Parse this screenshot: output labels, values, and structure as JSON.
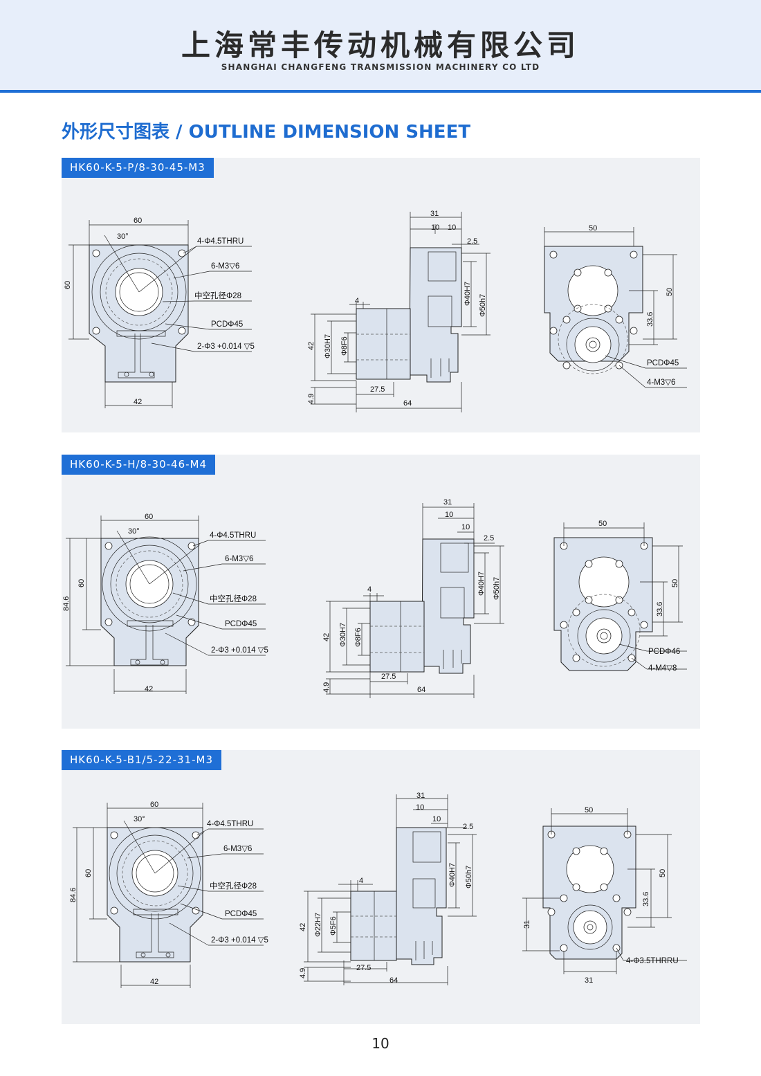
{
  "header": {
    "company_cn": "上海常丰传动机械有限公司",
    "company_en": "SHANGHAI CHANGFENG TRANSMISSION MACHINERY CO LTD"
  },
  "sheet_title": "外形尺寸图表 / OUTLINE DIMENSION SHEET",
  "panels": [
    {
      "model": "HK60-K-5-P/8-30-45-M3",
      "front": {
        "width": "60",
        "height": "60",
        "angle": "30°",
        "bottom": "42",
        "hole": "4-Φ4.5THRU",
        "tap": "6-M3▽6",
        "bore": "中空孔径Φ28",
        "pcd": "PCDΦ45",
        "pin": "2-Φ3 +0.014 ▽5"
      },
      "side": {
        "top": "31",
        "a": "10",
        "b": "10",
        "c": "2.5",
        "d40": "Φ40H7",
        "d50": "Φ50h7",
        "step": "4",
        "h42": "42",
        "d30": "Φ30H7",
        "d8": "Φ8F6",
        "w27": "27.5",
        "w64": "64",
        "h49": "4.9"
      },
      "back": {
        "w50": "50",
        "h50": "50",
        "h336": "33.6",
        "pcd": "PCDΦ45",
        "tap": "4-M3▽6"
      }
    },
    {
      "model": "HK60-K-5-H/8-30-46-M4",
      "front": {
        "width": "60",
        "height": "60",
        "total": "84.6",
        "angle": "30°",
        "bottom": "42",
        "hole": "4-Φ4.5THRU",
        "tap": "6-M3▽6",
        "bore": "中空孔径Φ28",
        "pcd": "PCDΦ45",
        "pin": "2-Φ3 +0.014 ▽5"
      },
      "side": {
        "top": "31",
        "a": "10",
        "b": "10",
        "c": "2.5",
        "d40": "Φ40H7",
        "d50": "Φ50h7",
        "step": "4",
        "h42": "42",
        "d30": "Φ30H7",
        "d8": "Φ8F6",
        "w27": "27.5",
        "w64": "64",
        "h49": "4.9"
      },
      "back": {
        "w50": "50",
        "h50": "50",
        "h336": "33.6",
        "pcd": "PCDΦ46",
        "tap": "4-M4▽8"
      }
    },
    {
      "model": "HK60-K-5-B1/5-22-31-M3",
      "front": {
        "width": "60",
        "height": "60",
        "total": "84.6",
        "angle": "30°",
        "bottom": "42",
        "hole": "4-Φ4.5THRU",
        "tap": "6-M3▽6",
        "bore": "中空孔径Φ28",
        "pcd": "PCDΦ45",
        "pin": "2-Φ3 +0.014 ▽5"
      },
      "side": {
        "top": "31",
        "a": "10",
        "b": "10",
        "c": "2.5",
        "d40": "Φ40H7",
        "d50": "Φ50h7",
        "step": "4",
        "h42": "42",
        "d30": "Φ22H7",
        "d8": "Φ5F6",
        "w27": "27.5",
        "w64": "64",
        "h49": "4.9"
      },
      "back": {
        "w50": "50",
        "h50": "50",
        "h336": "33.6",
        "h31": "31",
        "hole": "4-Φ3.5THRRU",
        "w31": "31"
      }
    }
  ],
  "page_number": "10"
}
